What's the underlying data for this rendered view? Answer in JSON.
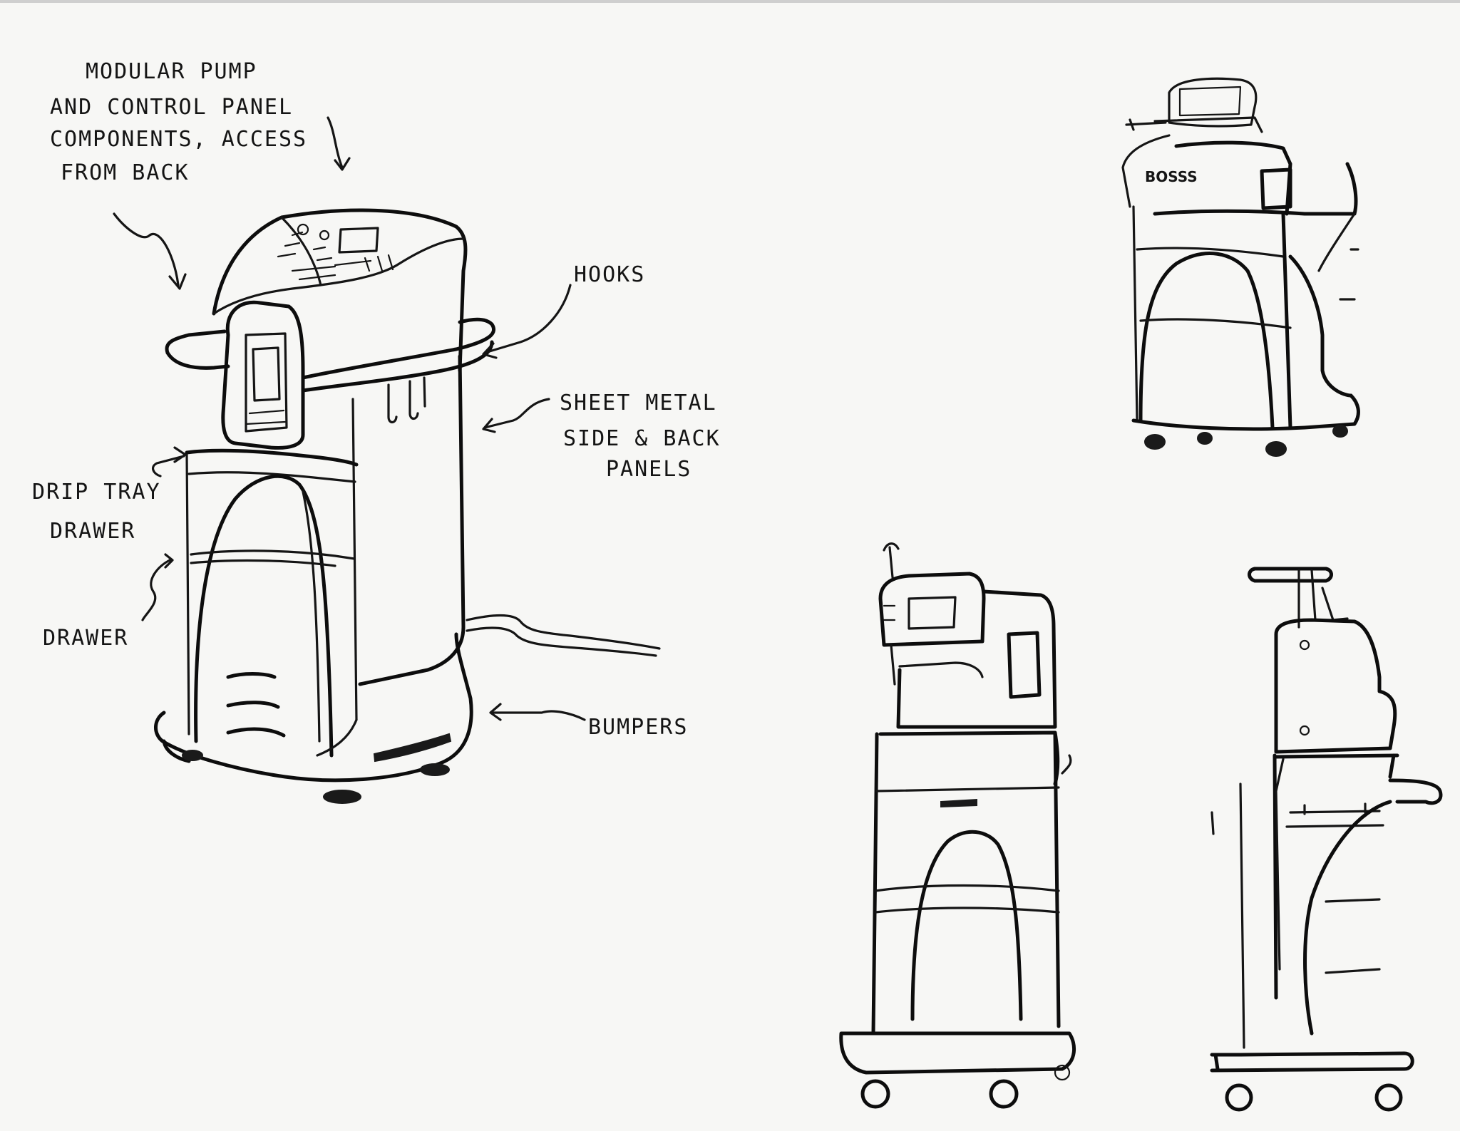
{
  "annotations": {
    "modular": [
      "MODULAR PUMP",
      "AND CONTROL PANEL",
      "COMPONENTS, ACCESS",
      "FROM BACK"
    ],
    "hooks": "HOOKS",
    "sheet_metal": [
      "SHEET METAL",
      "SIDE & BACK",
      "PANELS"
    ],
    "drip_tray": [
      "DRIP TRAY",
      "DRAWER"
    ],
    "drawer": "DRAWER",
    "bumpers": "BUMPERS"
  },
  "brand_label": "BOSSS",
  "colors": {
    "ink": "#151515",
    "paper": "#f7f7f5"
  }
}
